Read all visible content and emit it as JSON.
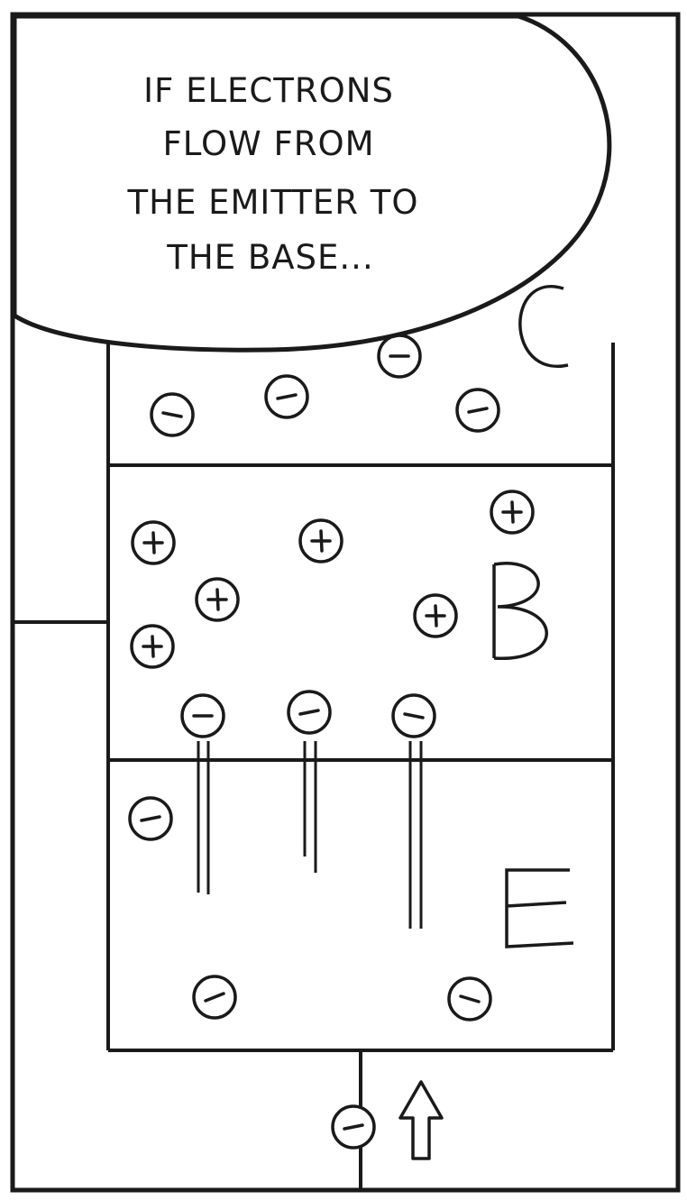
{
  "speech_bubble": {
    "lines": [
      "IF ELECTRONS",
      "FLOW FROM",
      "THE EMITTER TO",
      "THE BASE..."
    ]
  },
  "labels": {
    "collector": "C",
    "base": "B",
    "emitter": "E"
  },
  "symbols": {
    "electron": "−",
    "hole": "+",
    "arrow": "up-arrow-icon"
  },
  "colors": {
    "ink": "#1a1a1a",
    "paper": "#ffffff"
  }
}
